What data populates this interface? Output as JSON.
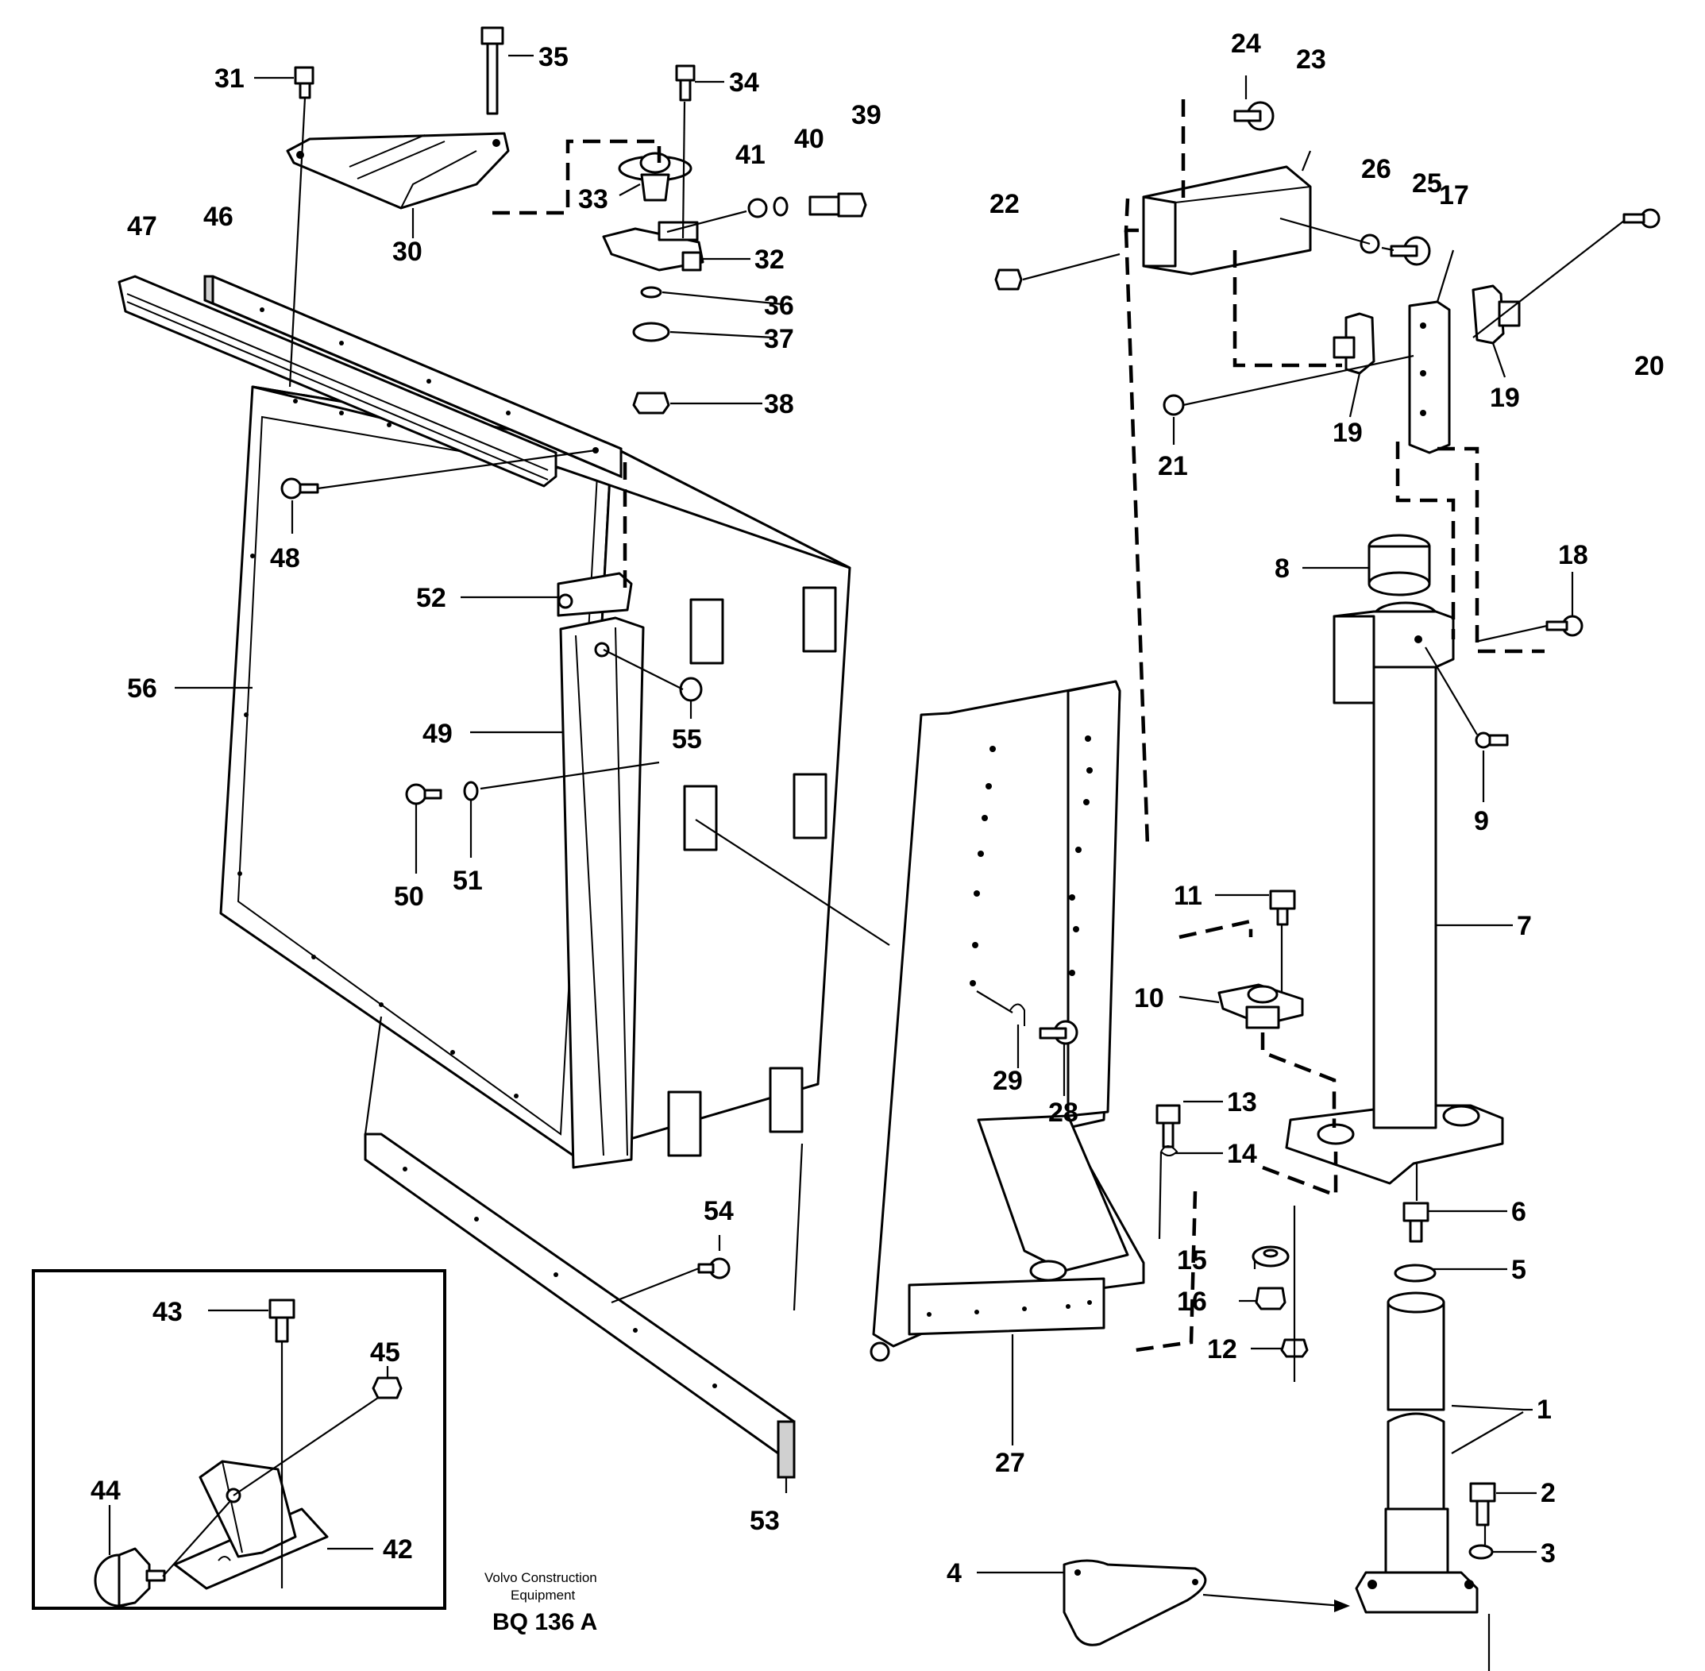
{
  "diagram": {
    "callouts": {
      "c1": "1",
      "c2": "2",
      "c3": "3",
      "c4": "4",
      "c5": "5",
      "c6": "6",
      "c7": "7",
      "c8": "8",
      "c9": "9",
      "c10": "10",
      "c11": "11",
      "c12": "12",
      "c13": "13",
      "c14": "14",
      "c15": "15",
      "c16": "16",
      "c17": "17",
      "c18": "18",
      "c19a": "19",
      "c19b": "19",
      "c20": "20",
      "c21": "21",
      "c22": "22",
      "c23": "23",
      "c24": "24",
      "c25": "25",
      "c26": "26",
      "c27": "27",
      "c28": "28",
      "c29": "29",
      "c30": "30",
      "c31": "31",
      "c32": "32",
      "c33": "33",
      "c34": "34",
      "c35": "35",
      "c36": "36",
      "c37": "37",
      "c38": "38",
      "c39": "39",
      "c40": "40",
      "c41": "41",
      "c42": "42",
      "c43": "43",
      "c44": "44",
      "c45": "45",
      "c46": "46",
      "c47": "47",
      "c48": "48",
      "c49": "49",
      "c50": "50",
      "c51": "51",
      "c52": "52",
      "c53": "53",
      "c54": "54",
      "c55": "55",
      "c56": "56"
    },
    "credit_line1": "Volvo Construction",
    "credit_line2": "Equipment",
    "drawing_code": "BQ 136 A"
  }
}
